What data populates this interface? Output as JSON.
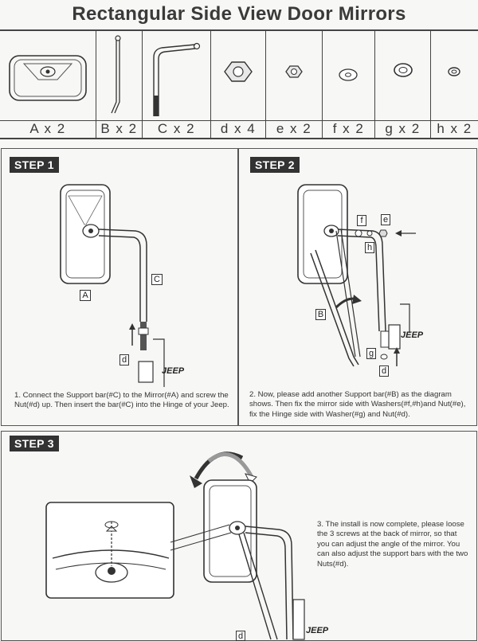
{
  "title": "Rectangular Side View Door Mirrors",
  "parts": [
    {
      "id": "A",
      "label": "A x 2"
    },
    {
      "id": "B",
      "label": "B x 2"
    },
    {
      "id": "C",
      "label": "C x 2"
    },
    {
      "id": "d",
      "label": "d x 4"
    },
    {
      "id": "e",
      "label": "e x 2"
    },
    {
      "id": "f",
      "label": "f x 2"
    },
    {
      "id": "g",
      "label": "g x 2"
    },
    {
      "id": "h",
      "label": "h x 2"
    }
  ],
  "steps": [
    {
      "badge": "STEP 1",
      "text": "1. Connect the Support bar(#C) to the Mirror(#A) and screw the Nut(#d) up. Then insert the bar(#C) into the Hinge of your Jeep.",
      "callouts": {
        "a": "A",
        "c": "C",
        "d": "d"
      },
      "brand": "JEEP"
    },
    {
      "badge": "STEP 2",
      "text": "2. Now, please add another Support bar(#B) as the diagram shows. Then fix the mirror side with Washers(#f,#h)and Nut(#e), fix the Hinge side with Washer(#g) and Nut(#d).",
      "callouts": {
        "f": "f",
        "e": "e",
        "h": "h",
        "b": "B",
        "g": "g",
        "d": "d"
      },
      "brand": "JEEP"
    },
    {
      "badge": "STEP 3",
      "text": "3. The install is now complete, please loose the 3 screws at the back of mirror, so that you can adjust the angle of the mirror. You can also adjust the support bars with the two Nuts(#d).",
      "callouts": {
        "d": "d"
      },
      "brand": "JEEP"
    }
  ]
}
